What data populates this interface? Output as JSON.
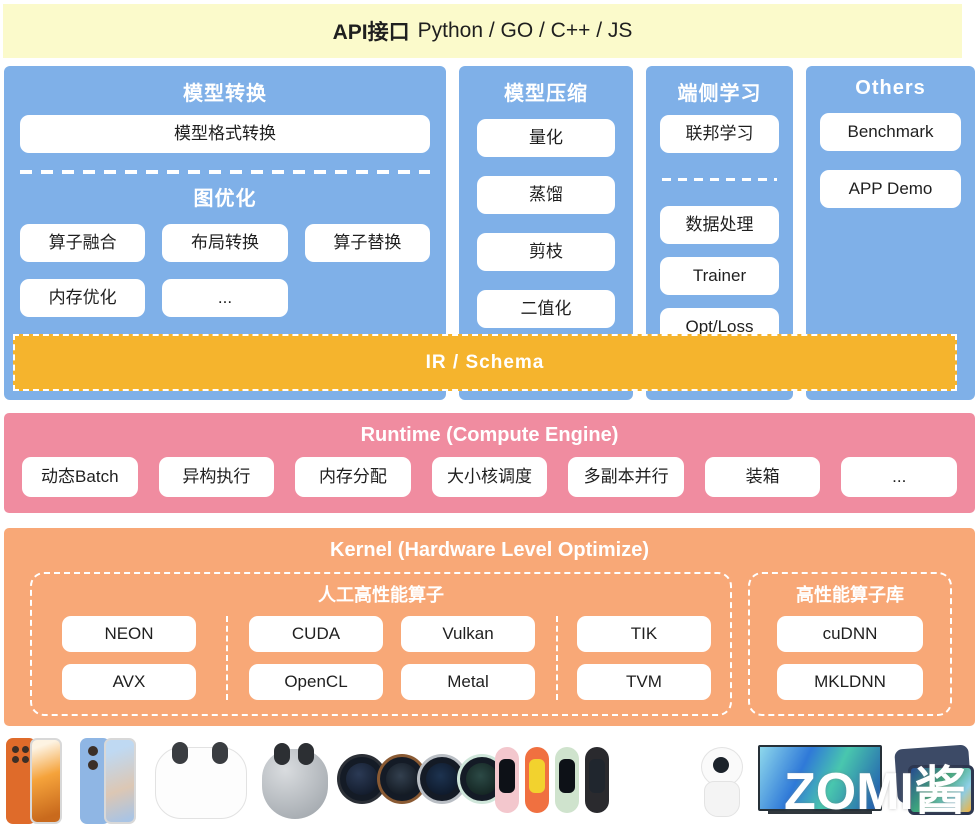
{
  "colors": {
    "banner_bg": "#FBFACB",
    "blue": "#7FB0E8",
    "gold": "#F5B42D",
    "pink": "#F08CA0",
    "orange": "#F8A877"
  },
  "api_banner": {
    "title": "API接口",
    "languages": "Python / GO / C++ / JS"
  },
  "model_convert": {
    "title": "模型转换",
    "format_box": "模型格式转换",
    "graph_opt_title": "图优化",
    "row1": [
      "算子融合",
      "布局转换",
      "算子替换"
    ],
    "row2": [
      "内存优化",
      "..."
    ]
  },
  "model_compress": {
    "title": "模型压缩",
    "items": [
      "量化",
      "蒸馏",
      "剪枝",
      "二值化"
    ]
  },
  "device_learning": {
    "title": "端侧学习",
    "federated": "联邦学习",
    "items": [
      "数据处理",
      "Trainer",
      "Opt/Loss"
    ]
  },
  "others": {
    "title": "Others",
    "items": [
      "Benchmark",
      "APP Demo"
    ]
  },
  "ir_bar": {
    "label": "IR / Schema"
  },
  "runtime": {
    "title": "Runtime (Compute Engine)",
    "items": [
      "动态Batch",
      "异构执行",
      "内存分配",
      "大小核调度",
      "多副本并行",
      "装箱",
      "..."
    ]
  },
  "kernel": {
    "title": "Kernel (Hardware Level Optimize)",
    "manual_ops": {
      "title": "人工高性能算子",
      "groups": [
        {
          "row1": [
            "NEON"
          ],
          "row2": [
            "AVX"
          ]
        },
        {
          "row1": [
            "CUDA",
            "Vulkan"
          ],
          "row2": [
            "OpenCL",
            "Metal"
          ]
        },
        {
          "row1": [
            "TIK"
          ],
          "row2": [
            "TVM"
          ]
        }
      ]
    },
    "op_libs": {
      "title": "高性能算子库",
      "items": [
        "cuDNN",
        "MKLDNN"
      ]
    }
  },
  "devices": {
    "watermark": "ZOMI酱",
    "items": [
      "smartphone-orange",
      "smartphone-blue",
      "earbuds-case-white",
      "earbuds-case-gray",
      "smartwatch-group",
      "fitness-band-group",
      "security-camera",
      "smart-tv",
      "tablet-group"
    ]
  }
}
